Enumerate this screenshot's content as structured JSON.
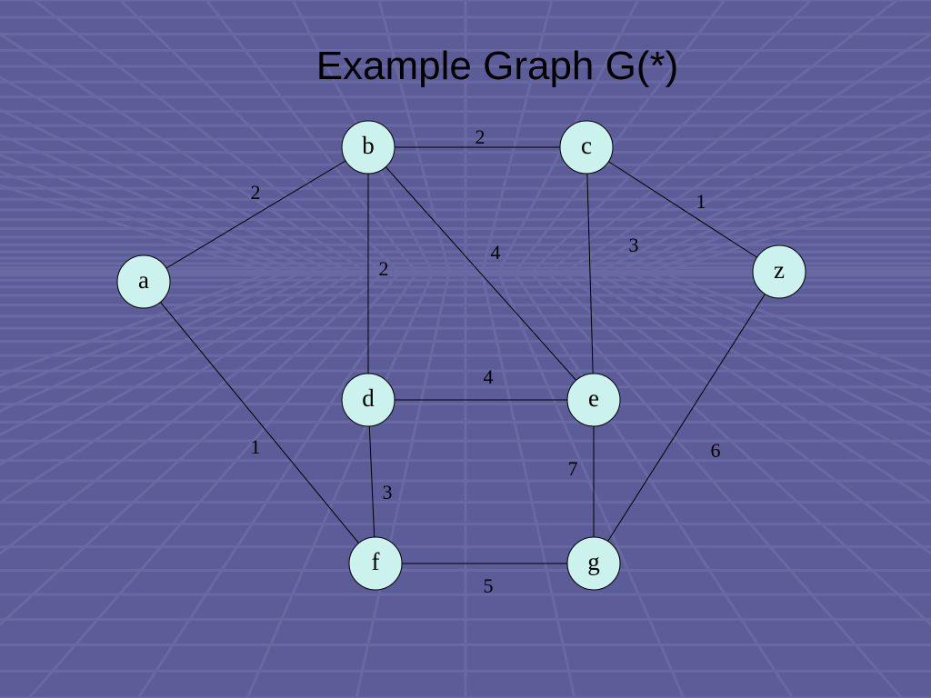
{
  "slide": {
    "title": "Example Graph G(*)",
    "background_color": "#5c5c99",
    "node_fill_color": "#ccf2ee"
  },
  "graph": {
    "nodes": [
      {
        "id": "a",
        "label": "a"
      },
      {
        "id": "b",
        "label": "b"
      },
      {
        "id": "c",
        "label": "c"
      },
      {
        "id": "z",
        "label": "z"
      },
      {
        "id": "d",
        "label": "d"
      },
      {
        "id": "e",
        "label": "e"
      },
      {
        "id": "f",
        "label": "f"
      },
      {
        "id": "g",
        "label": "g"
      }
    ],
    "edges": [
      {
        "from": "a",
        "to": "b",
        "weight": "2"
      },
      {
        "from": "b",
        "to": "c",
        "weight": "2"
      },
      {
        "from": "c",
        "to": "z",
        "weight": "1"
      },
      {
        "from": "b",
        "to": "d",
        "weight": "2"
      },
      {
        "from": "b",
        "to": "e",
        "weight": "4"
      },
      {
        "from": "c",
        "to": "e",
        "weight": "3"
      },
      {
        "from": "d",
        "to": "e",
        "weight": "4"
      },
      {
        "from": "a",
        "to": "f",
        "weight": "1"
      },
      {
        "from": "d",
        "to": "f",
        "weight": "3"
      },
      {
        "from": "e",
        "to": "g",
        "weight": "7"
      },
      {
        "from": "z",
        "to": "g",
        "weight": "6"
      },
      {
        "from": "f",
        "to": "g",
        "weight": "5"
      }
    ]
  }
}
